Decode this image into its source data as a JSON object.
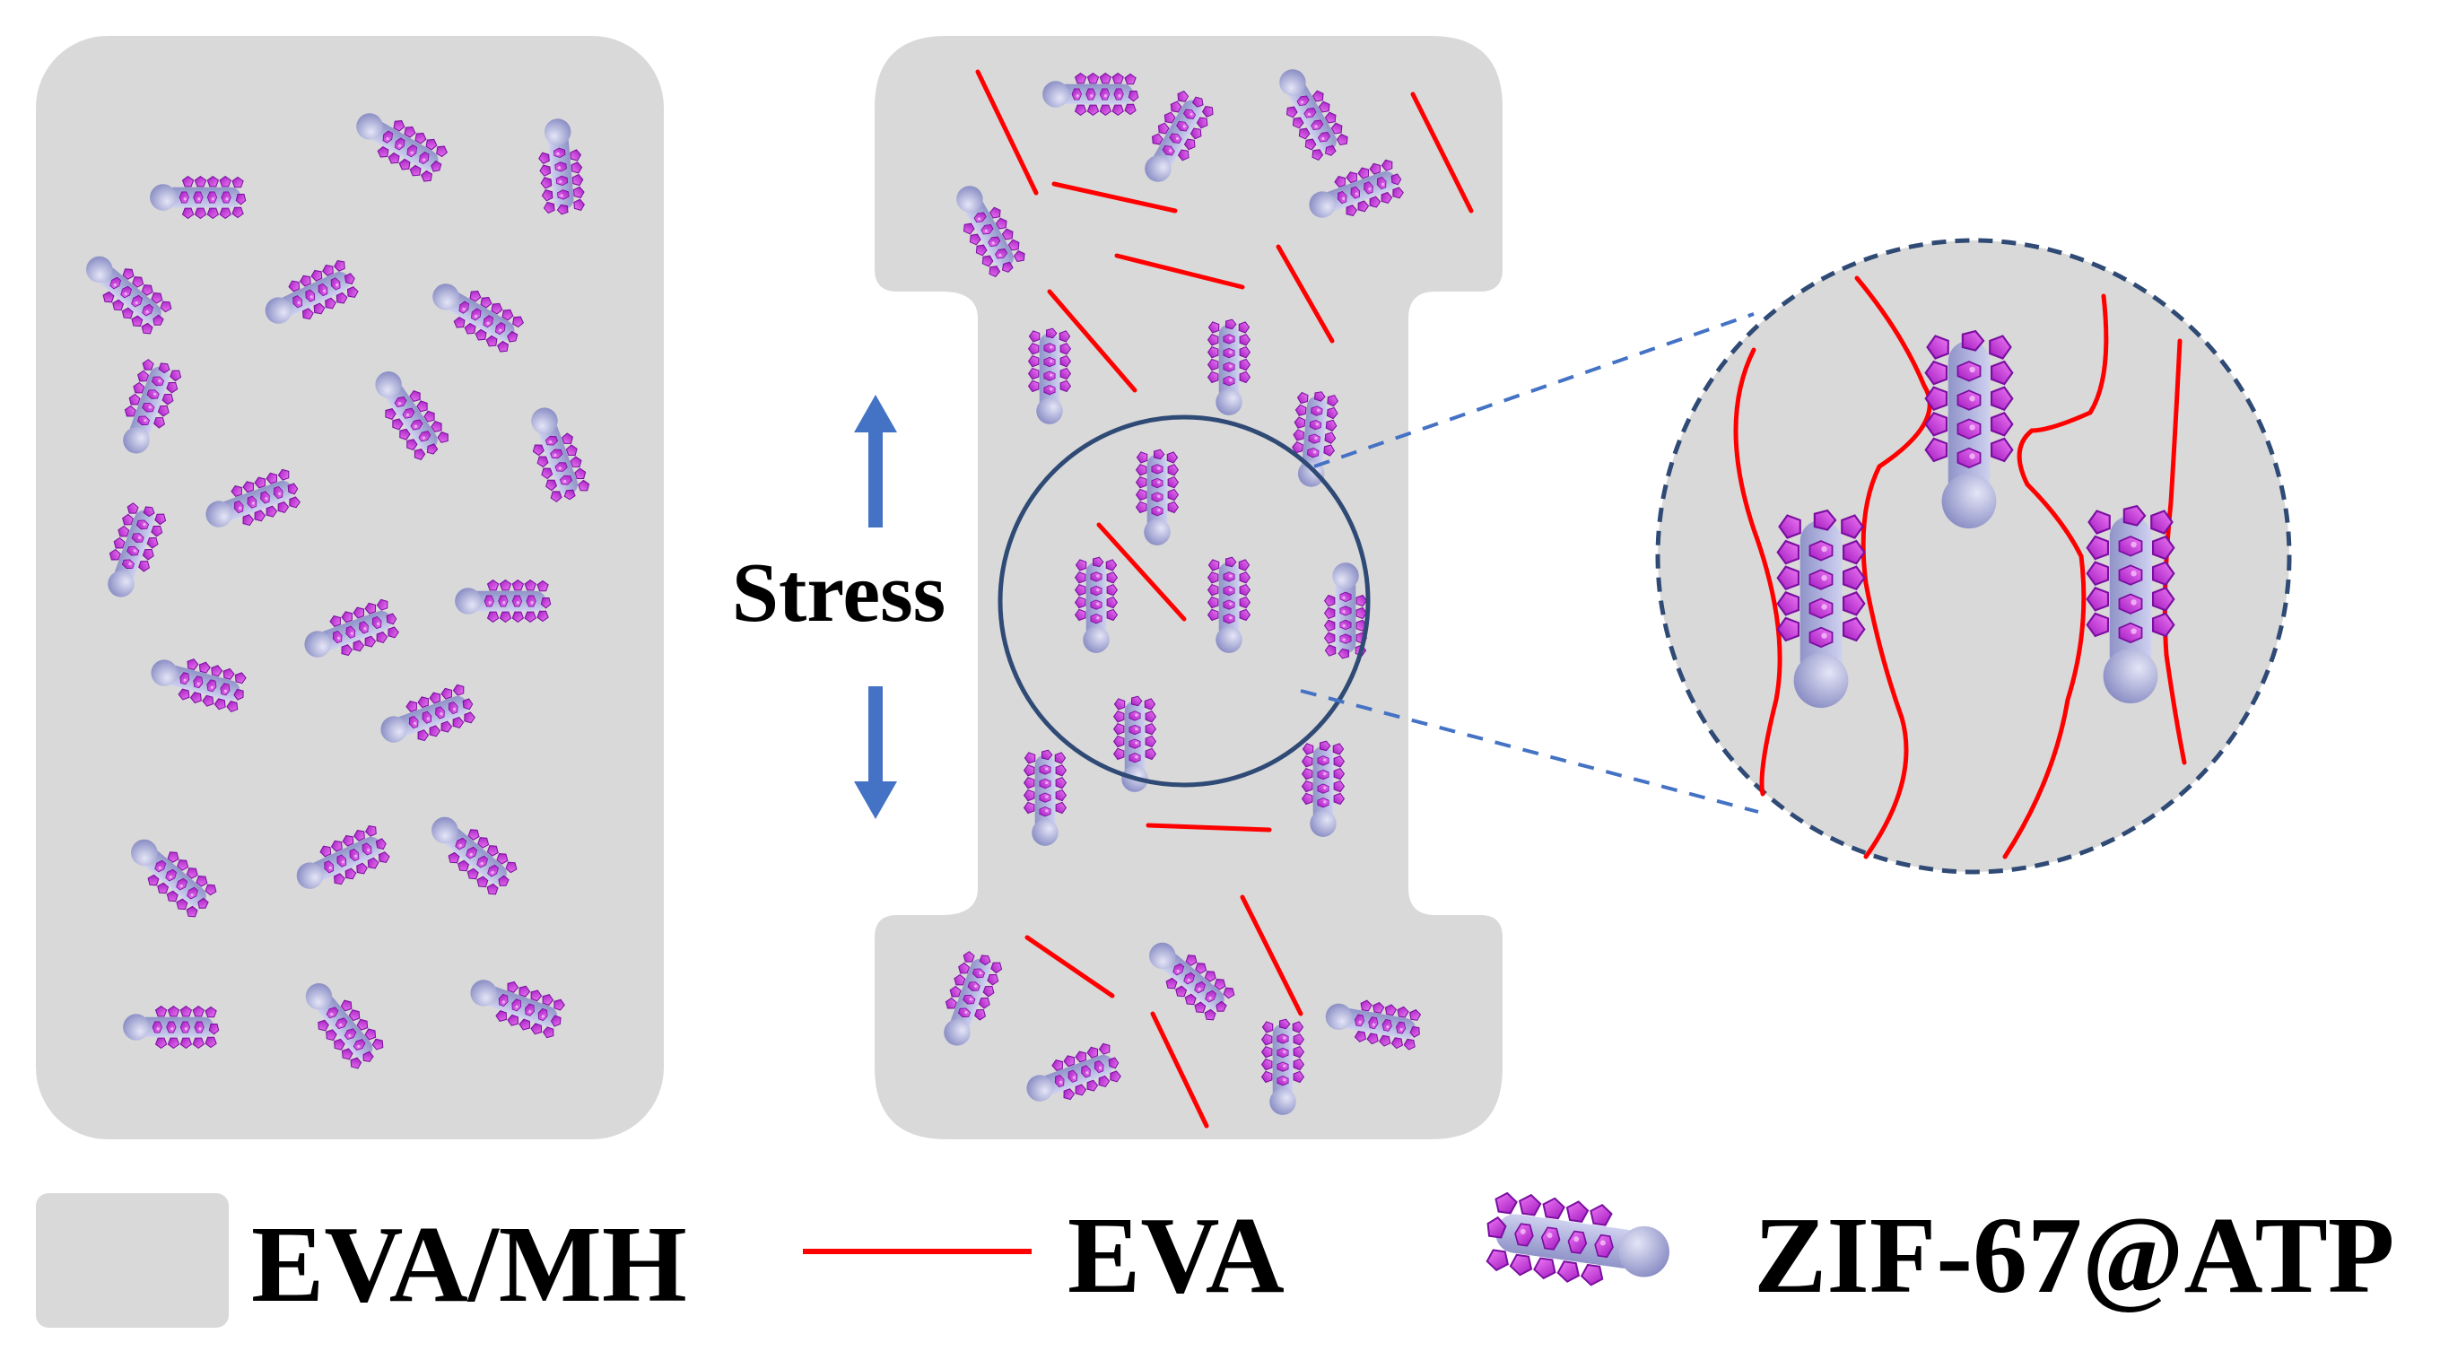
{
  "labels": {
    "stress": "Stress",
    "legend_matrix": "EVA/MH",
    "legend_chain": "EVA",
    "legend_particle": "ZIF-67@ATP"
  },
  "colors": {
    "matrix": "#d9d9d9",
    "chain": "#ff0000",
    "arrow": "#4472c4",
    "core": "#a9acdc",
    "crystal": "#cc33ee",
    "zoom_outline": "#2f4a75"
  },
  "icons": {
    "particle": "rod-with-crystal-decorations",
    "arrow": "double-headed-vertical-arrow"
  }
}
